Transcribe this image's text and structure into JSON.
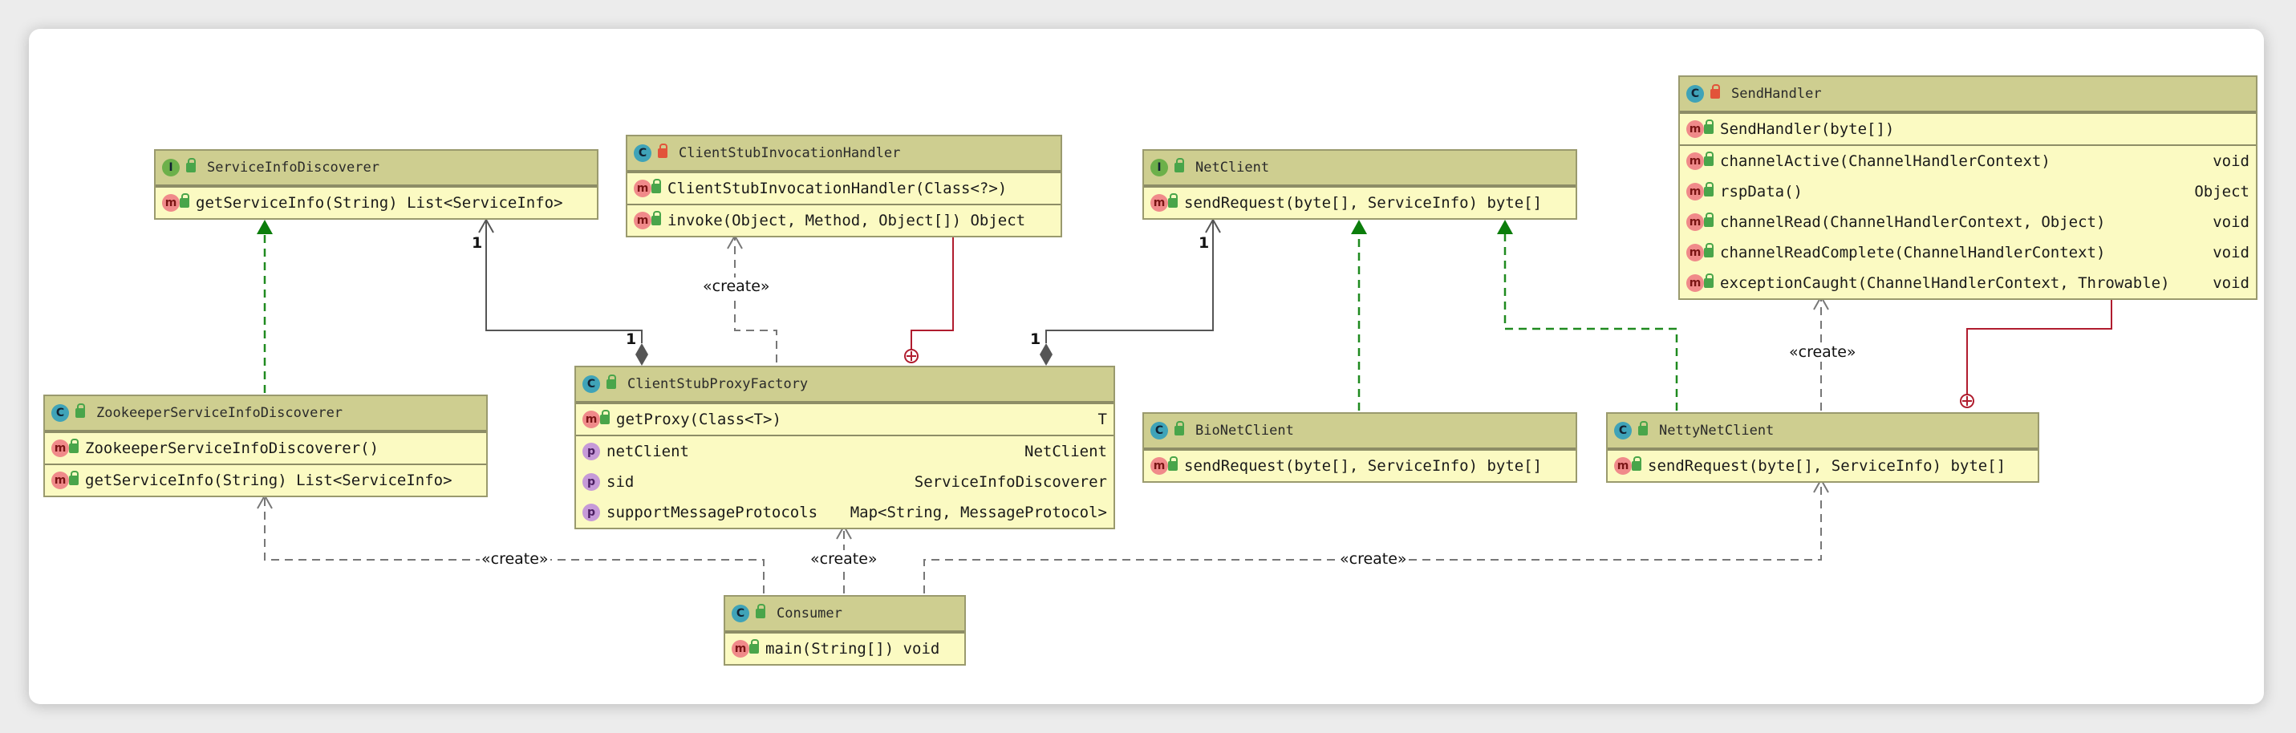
{
  "classes": {
    "service_info_discoverer": {
      "name": "ServiceInfoDiscoverer",
      "kind": "I",
      "members": [
        {
          "kind": "m",
          "sig": "getServiceInfo(String) List<ServiceInfo>",
          "ret": ""
        }
      ]
    },
    "client_stub_invocation_handler": {
      "name": "ClientStubInvocationHandler",
      "kind": "C",
      "ctor": {
        "kind": "m",
        "sig": "ClientStubInvocationHandler(Class<?>)"
      },
      "members": [
        {
          "kind": "m",
          "sig": "invoke(Object, Method, Object[]) Object",
          "ret": ""
        }
      ]
    },
    "net_client": {
      "name": "NetClient",
      "kind": "I",
      "members": [
        {
          "kind": "m",
          "sig": "sendRequest(byte[], ServiceInfo) byte[]",
          "ret": ""
        }
      ]
    },
    "send_handler": {
      "name": "SendHandler",
      "kind": "C",
      "ctor": {
        "kind": "m",
        "sig": "SendHandler(byte[])"
      },
      "members": [
        {
          "kind": "m",
          "sig": "channelActive(ChannelHandlerContext)",
          "ret": "void"
        },
        {
          "kind": "m",
          "sig": "rspData()",
          "ret": "Object"
        },
        {
          "kind": "m",
          "sig": "channelRead(ChannelHandlerContext, Object)",
          "ret": "void"
        },
        {
          "kind": "m",
          "sig": "channelReadComplete(ChannelHandlerContext)",
          "ret": "void"
        },
        {
          "kind": "m",
          "sig": "exceptionCaught(ChannelHandlerContext, Throwable)",
          "ret": "void"
        }
      ]
    },
    "zookeeper_service_info_discoverer": {
      "name": "ZookeeperServiceInfoDiscoverer",
      "kind": "C",
      "ctor": {
        "kind": "m",
        "sig": "ZookeeperServiceInfoDiscoverer()"
      },
      "members": [
        {
          "kind": "m",
          "sig": "getServiceInfo(String) List<ServiceInfo>",
          "ret": ""
        }
      ]
    },
    "client_stub_proxy_factory": {
      "name": "ClientStubProxyFactory",
      "kind": "C",
      "methods": [
        {
          "kind": "m",
          "sig": "getProxy(Class<T>)",
          "ret": "T"
        }
      ],
      "fields": [
        {
          "kind": "p",
          "sig": "netClient",
          "ret": "NetClient"
        },
        {
          "kind": "p",
          "sig": "sid",
          "ret": "ServiceInfoDiscoverer"
        },
        {
          "kind": "p",
          "sig": "supportMessageProtocols",
          "ret": "Map<String, MessageProtocol>"
        }
      ]
    },
    "bio_net_client": {
      "name": "BioNetClient",
      "kind": "C",
      "members": [
        {
          "kind": "m",
          "sig": "sendRequest(byte[], ServiceInfo) byte[]",
          "ret": ""
        }
      ]
    },
    "netty_net_client": {
      "name": "NettyNetClient",
      "kind": "C",
      "members": [
        {
          "kind": "m",
          "sig": "sendRequest(byte[], ServiceInfo) byte[]",
          "ret": ""
        }
      ]
    },
    "consumer": {
      "name": "Consumer",
      "kind": "C",
      "members": [
        {
          "kind": "m",
          "sig": "main(String[]) void",
          "ret": ""
        }
      ]
    }
  },
  "labels": {
    "create": "«create»",
    "one": "1"
  },
  "colors": {
    "realization": "#1f8a1f",
    "dependency": "#777777",
    "aggregation": "#555555",
    "inner": "#b01c2e"
  }
}
